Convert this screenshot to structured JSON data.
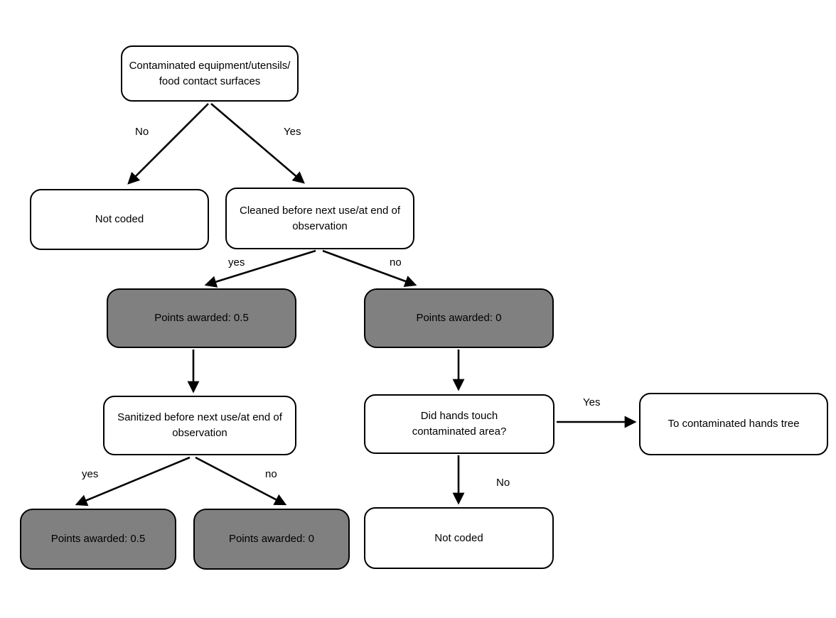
{
  "diagram": {
    "nodes": {
      "root": {
        "label": "Contaminated equipment/utensils/ food contact surfaces"
      },
      "not_coded_top": {
        "label": "Not coded"
      },
      "cleaned": {
        "label": "Cleaned before next use/at end of observation"
      },
      "points_half_mid": {
        "label": "Points awarded: 0.5"
      },
      "points_zero_mid": {
        "label": "Points awarded: 0"
      },
      "sanitized": {
        "label": "Sanitized before next use/at end of observation"
      },
      "hands_touch": {
        "label": "Did hands touch contaminated area?"
      },
      "hands_tree": {
        "label": "To contaminated hands tree"
      },
      "not_coded_bottom": {
        "label": "Not coded"
      },
      "points_half_bottom": {
        "label": "Points awarded: 0.5"
      },
      "points_zero_bottom": {
        "label": "Points awarded: 0"
      }
    },
    "edge_labels": {
      "root_no": "No",
      "root_yes": "Yes",
      "cleaned_yes": "yes",
      "cleaned_no": "no",
      "hands_yes": "Yes",
      "hands_no": "No",
      "sanitized_yes": "yes",
      "sanitized_no": "no"
    },
    "colors": {
      "node_fill": "#ffffff",
      "outcome_fill": "#808080",
      "stroke": "#000000"
    }
  }
}
